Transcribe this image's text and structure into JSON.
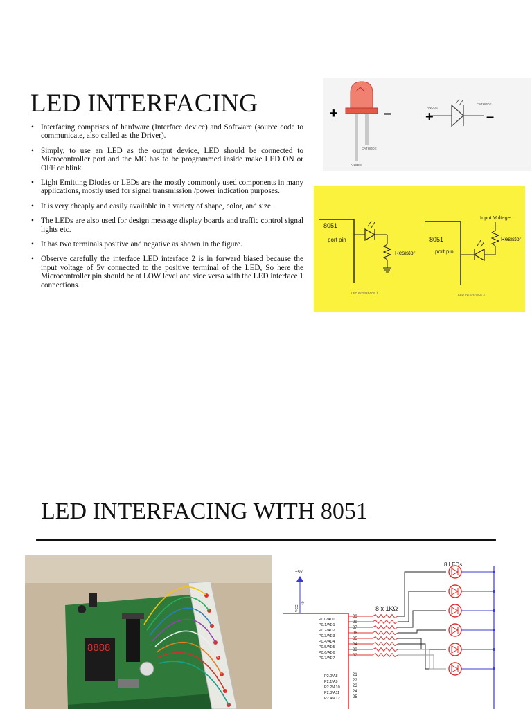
{
  "slide1": {
    "title": "LED INTERFACING",
    "bullets": [
      "Interfacing comprises of hardware (Interface device) and Software (source code to communicate, also called as the Driver).",
      "Simply, to use an LED as the output device, LED should be connected to Microcontroller port and the MC has to be programmed inside make LED ON or OFF or blink.",
      "Light Emitting Diodes or LEDs are the mostly commonly used components in many applications, mostly used for signal transmission /power indication purposes.",
      "It is very cheaply and easily available in a variety of shape, color, and size.",
      "The LEDs are also used for design message display boards and traffic control signal lights etc.",
      "It has two terminals positive and negative as shown in the figure.",
      "Observe carefully the interface LED interface 2 is in forward biased because the input voltage of 5v connected to the positive terminal of the LED, So here the Microcontroller pin should be at LOW level and vice versa with the LED interface 1 connections."
    ],
    "led_figure": {
      "plus": "+",
      "minus": "–",
      "cathode_label": "CATHODE",
      "anode_label": "ANODE",
      "symbol_anode": "ANODE",
      "symbol_cathode": "CATHODE"
    },
    "interface_figure": {
      "left_label_1": "8051",
      "left_label_2": "port pin",
      "left_resistor": "Resistor",
      "left_caption": "LED INTERFACE 1",
      "right_label_1": "8051",
      "right_label_2": "port pin",
      "right_input": "Input Voltage",
      "right_resistor": "Resistor",
      "right_caption": "LED INTERFACE 2",
      "background": "#fbf23d"
    }
  },
  "slide2": {
    "title": "LED INTERFACING WITH 8051",
    "schematic": {
      "vplus": "+5V",
      "vcc": "VCC",
      "pin40": "40",
      "leds_title": "8 LEDs",
      "resistor_label": "8 x 1KΩ",
      "port0": [
        {
          "name": "P0.0/AD0",
          "pin": "39"
        },
        {
          "name": "P0.1/AD1",
          "pin": "38"
        },
        {
          "name": "P0.2/AD2",
          "pin": "37"
        },
        {
          "name": "P0.3/AD3",
          "pin": "36"
        },
        {
          "name": "P0.4/AD4",
          "pin": "35"
        },
        {
          "name": "P0.5/AD5",
          "pin": "34"
        },
        {
          "name": "P0.6/AD6",
          "pin": "33"
        },
        {
          "name": "P0.7/AD7",
          "pin": "32"
        }
      ],
      "port2": [
        {
          "name": "P2.0/A8",
          "pin": "21"
        },
        {
          "name": "P2.1/A9",
          "pin": "22"
        },
        {
          "name": "P2.2/A10",
          "pin": "23"
        },
        {
          "name": "P2.3/A11",
          "pin": "24"
        },
        {
          "name": "P2.4/A12",
          "pin": "25"
        }
      ],
      "wire_color": "#e03030",
      "net_color": "#3a3ad0"
    },
    "board_display": "8888"
  }
}
